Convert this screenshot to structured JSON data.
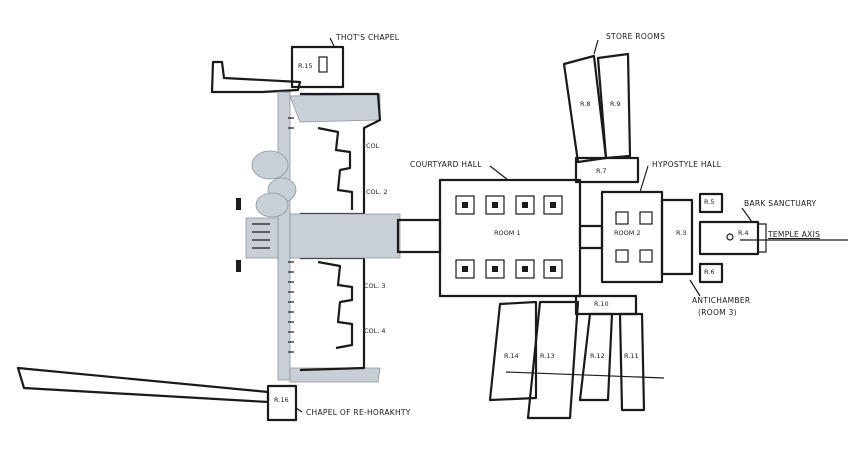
{
  "labels": {
    "thots_chapel": "THOT'S CHAPEL",
    "store_rooms": "STORE ROOMS",
    "courtyard_hall": "COURTYARD HALL",
    "hypostyle_hall": "HYPOSTYLE HALL",
    "bark_sanctuary": "BARK SANCTUARY",
    "temple_axis": "TEMPLE AXIS",
    "antichamber": "ANTICHAMBER",
    "antichamber_sub": "(ROOM 3)",
    "chapel_re": "CHAPEL OF RE-HORAKHTY"
  },
  "rooms": {
    "r15": "R.15",
    "r8": "R.8",
    "r9": "R.9",
    "r7": "R.7",
    "col1": "COL",
    "col2": "COL. 2",
    "col3": "COL. 3",
    "col4": "COL. 4",
    "room1": "ROOM  1",
    "room2": "ROOM  2",
    "r3": "R.3",
    "r4": "R.4",
    "r5": "R.5",
    "r6": "R.6",
    "r10": "R.10",
    "r11": "R.11",
    "r12": "R.12",
    "r13": "R.13",
    "r14": "R.14",
    "r16": "R.16"
  }
}
